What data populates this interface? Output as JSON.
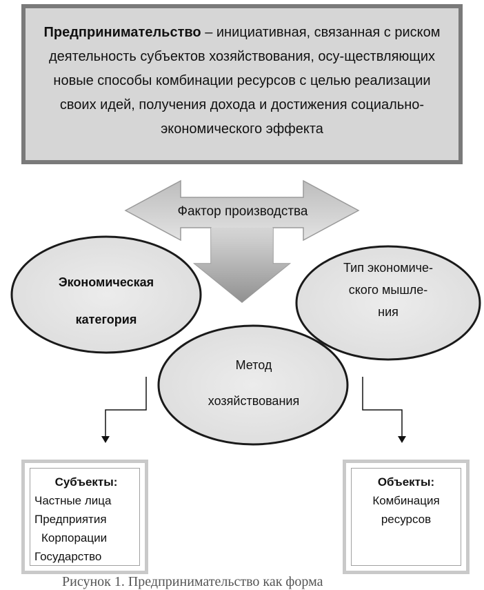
{
  "definition": {
    "term": "Предпринимательство",
    "text": " – инициативная, связанная с риском деятельность субъектов хозяйствования, осу-ществляющих новые способы комбинации ресурсов с целью реализации своих идей, получения дохода  и достижения социально-экономического эффекта"
  },
  "arrow_label": "Фактор производства",
  "ellipses": {
    "economic_category": {
      "line1": "Экономическая",
      "line2": "категория"
    },
    "thinking_type": {
      "line1": "Тип экономиче-",
      "line2": "ского мышле-",
      "line3": "ния"
    },
    "management_method": {
      "line1": "Метод",
      "line2": "хозяйствования"
    }
  },
  "subjects": {
    "title": "Субъекты:",
    "items": [
      "Частные лица",
      "Предприятия",
      "Корпорации",
      "Государство"
    ]
  },
  "objects": {
    "title": "Объекты:",
    "items": [
      "Комбинация",
      "ресурсов"
    ]
  },
  "caption": "Рисунок 1. Предпринимательство как форма"
}
